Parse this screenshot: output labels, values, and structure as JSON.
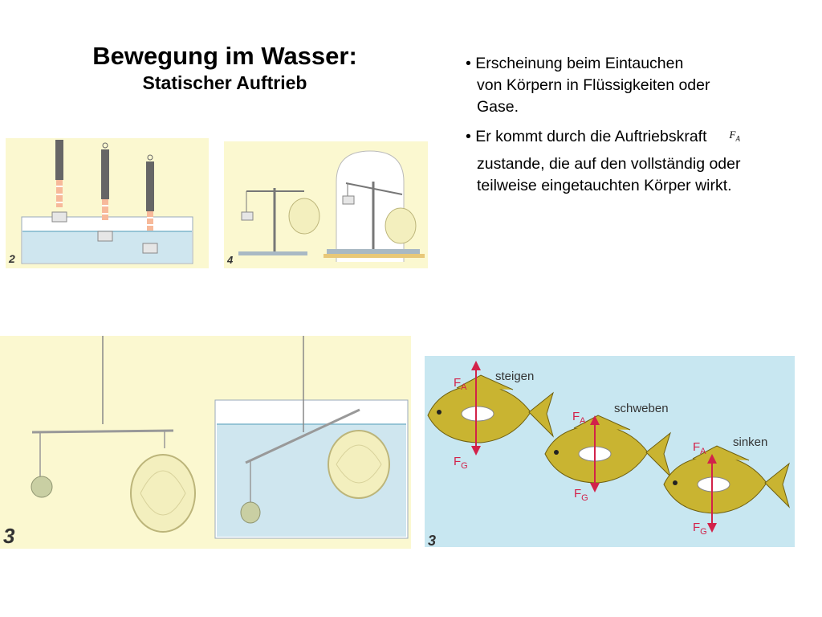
{
  "slide": {
    "title": "Bewegung im Wasser:",
    "subtitle": "Statischer Auftrieb"
  },
  "bullets": [
    {
      "marker": "•",
      "line1": "Erscheinung beim Eintauchen",
      "line2": "von Körpern in Flüssigkeiten oder",
      "line3": "Gase."
    },
    {
      "marker": "•",
      "line1": "Er kommt durch die Auftriebskraft",
      "symbol": "F",
      "symbol_sub": "A",
      "line2": "zustande, die auf den vollständig oder",
      "line3": "teilweise eingetauchten Körper wirkt."
    }
  ],
  "figures": {
    "spring_scales": {
      "number": "2"
    },
    "balance": {
      "number": "4"
    },
    "large_balance": {
      "number": "3"
    },
    "fish": {
      "number": "3",
      "labels": {
        "rise": "steigen",
        "float": "schweben",
        "sink": "sinken"
      },
      "force_up": {
        "letter": "F",
        "sub": "A"
      },
      "force_down": {
        "letter": "F",
        "sub": "G"
      }
    }
  },
  "colors": {
    "background_panel": "#fbf8d0",
    "water": "#cfe6ef",
    "water_surface": "#7fb6cc",
    "fish_body": "#c9b431",
    "force_arrow": "#d2224a",
    "fish_panel_bg": "#c8e7f1"
  }
}
